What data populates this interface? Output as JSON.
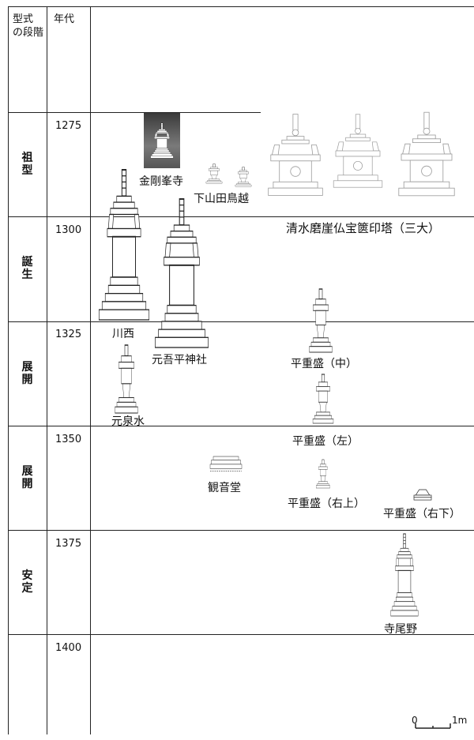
{
  "header": {
    "stage_col": "型式\nの段階",
    "year_col": "年代"
  },
  "rows": [
    {
      "year": "1275",
      "stage": "祖\n型"
    },
    {
      "year": "1300",
      "stage": "誕\n生"
    },
    {
      "year": "1325",
      "stage": "展\n開"
    },
    {
      "year": "1350",
      "stage": "展\n開"
    },
    {
      "year": "1375",
      "stage": "安\n定"
    },
    {
      "year": "1400",
      "stage": ""
    }
  ],
  "towers": {
    "kongobuji": "金剛峯寺",
    "shimoyamada": "下山田鳥越",
    "shimizu": "清水磨崖仏宝篋印塔（三大）",
    "kawanishi": "川西",
    "motoa": "元吾平神社",
    "heijumori_naka": "平重盛（中）",
    "motoizumi": "元泉水",
    "heijumori_hidari": "平重盛（左）",
    "kannondo": "観音堂",
    "heijumori_migiue": "平重盛（右上）",
    "heijumori_migishita": "平重盛（右下）",
    "terao": "寺尾野"
  },
  "scale": {
    "zero": "0",
    "one": "1m"
  }
}
